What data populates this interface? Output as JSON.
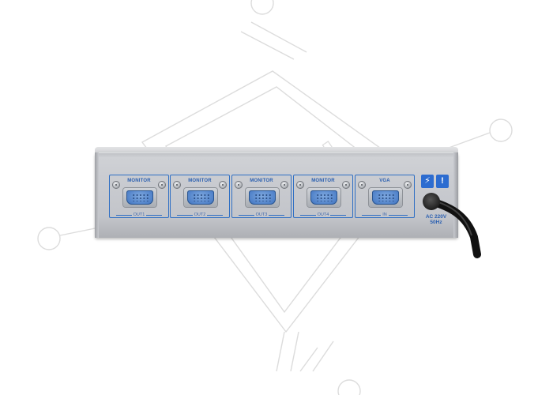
{
  "ports": [
    {
      "top_label": "MONITOR",
      "bottom_label": "OUT1"
    },
    {
      "top_label": "MONITOR",
      "bottom_label": "OUT2"
    },
    {
      "top_label": "MONITOR",
      "bottom_label": "OUT3"
    },
    {
      "top_label": "MONITOR",
      "bottom_label": "OUT4"
    },
    {
      "top_label": "VGA",
      "bottom_label": "IN"
    }
  ],
  "power_label": {
    "line1": "AC 220V",
    "line2": "50Hz"
  },
  "icons": {
    "warning_1": "lightning-warning-icon",
    "warning_2": "exclamation-warning-icon"
  },
  "colors": {
    "label_blue": "#2a5fb0",
    "port_blue": "#4f81c9",
    "housing": "#c9cbd0",
    "watermark": "#d9d9d9"
  }
}
